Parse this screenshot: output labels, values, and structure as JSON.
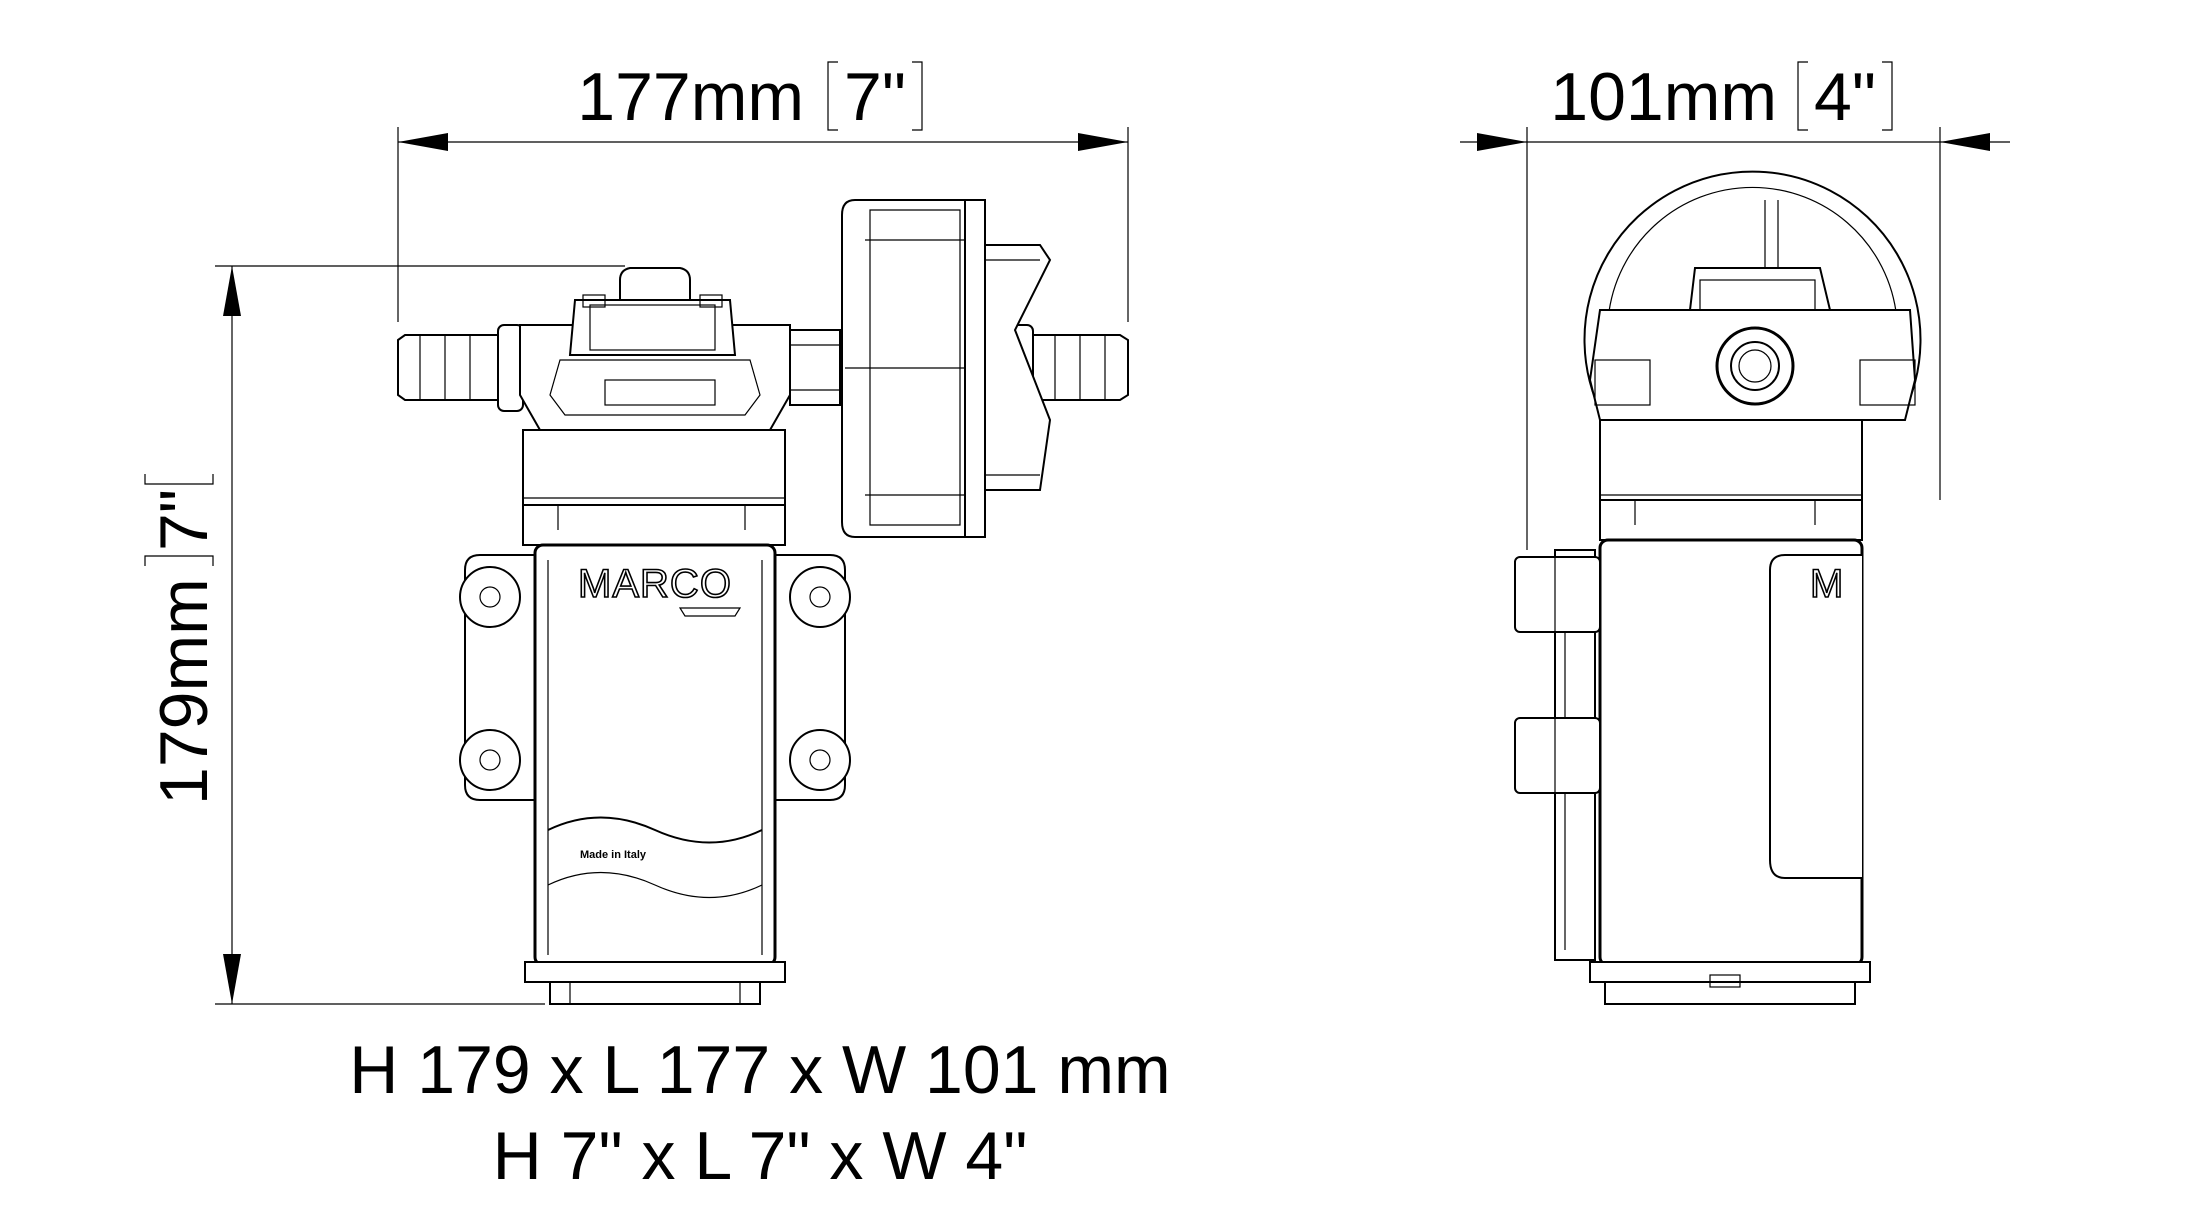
{
  "dimensions": {
    "length_mm": "177mm",
    "length_in": "7\"",
    "width_mm": "101mm",
    "width_in": "4\"",
    "height_mm": "179mm",
    "height_in": "7\""
  },
  "product": {
    "brand": "MARCO",
    "made_in": "Made in Italy"
  },
  "caption": {
    "metric": "H 179 x L 177 x W 101 mm",
    "imperial": "H 7\" x L 7\" x W 4\""
  }
}
